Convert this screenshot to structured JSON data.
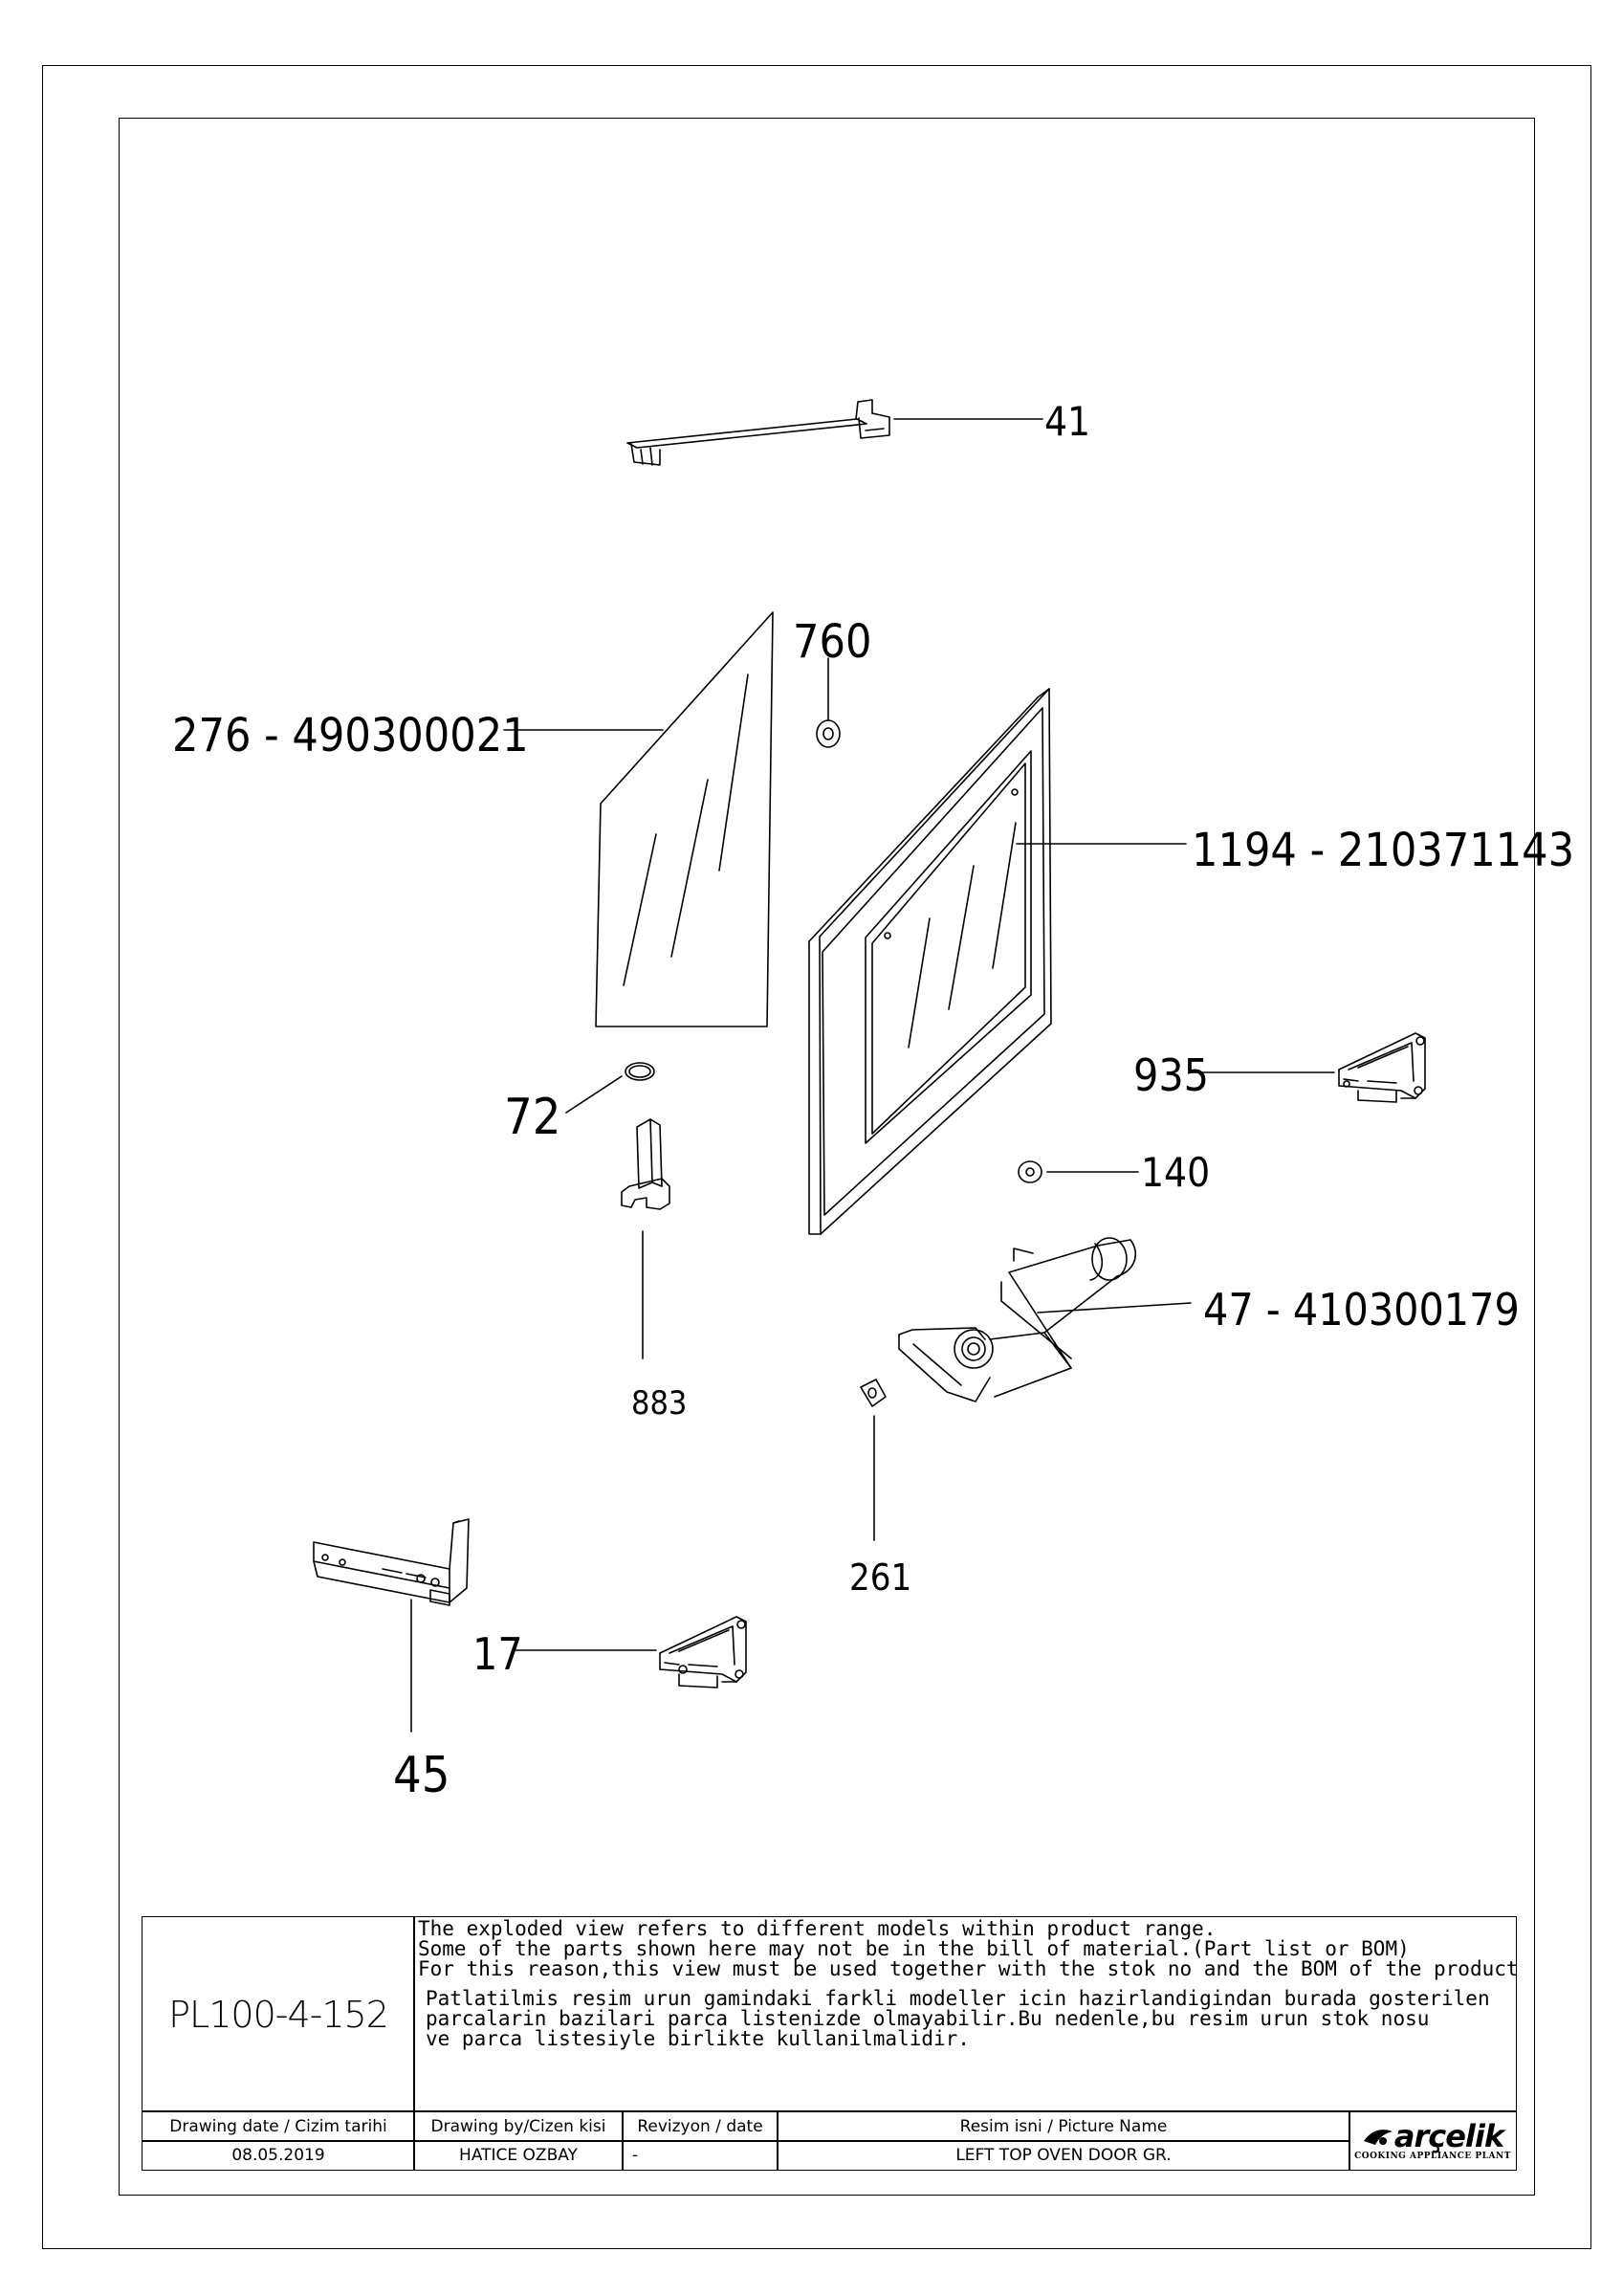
{
  "callouts": {
    "c41": "41",
    "c760": "760",
    "c276": "276 - 490300021",
    "c1194": "1194 - 210371143",
    "c935": "935",
    "c72": "72",
    "c140": "140",
    "c47": "47 - 410300179",
    "c883": "883",
    "c261": "261",
    "c17": "17",
    "c45": "45"
  },
  "title_block": {
    "drawing_code": "PL100-4-152",
    "note_en": [
      "The exploded view refers to different models within product range.",
      "Some of the parts shown here may not be in the bill of material.(Part list or BOM)",
      "For this reason,this view must be used together with the stok no and the BOM of the product"
    ],
    "note_tr": [
      "Patlatilmis resim urun gamindaki farkli modeller icin hazirlandigindan burada gosterilen",
      "parcalarin bazilari parca listenizde olmayabilir.Bu nedenle,bu resim urun stok nosu",
      "ve parca listesiyle birlikte kullanilmalidir."
    ],
    "headers": {
      "drawing_date": "Drawing date / Cizim tarihi",
      "drawing_by": "Drawing by/Cizen kisi",
      "revision": "Revizyon / date",
      "picture_name": "Resim isni / Picture Name"
    },
    "values": {
      "drawing_date": "08.05.2019",
      "drawing_by": "HATICE OZBAY",
      "revision": "-",
      "picture_name": "LEFT TOP OVEN DOOR GR."
    },
    "logo": {
      "name": "arçelik",
      "subtitle": "COOKING APPLIANCE PLANT"
    }
  }
}
